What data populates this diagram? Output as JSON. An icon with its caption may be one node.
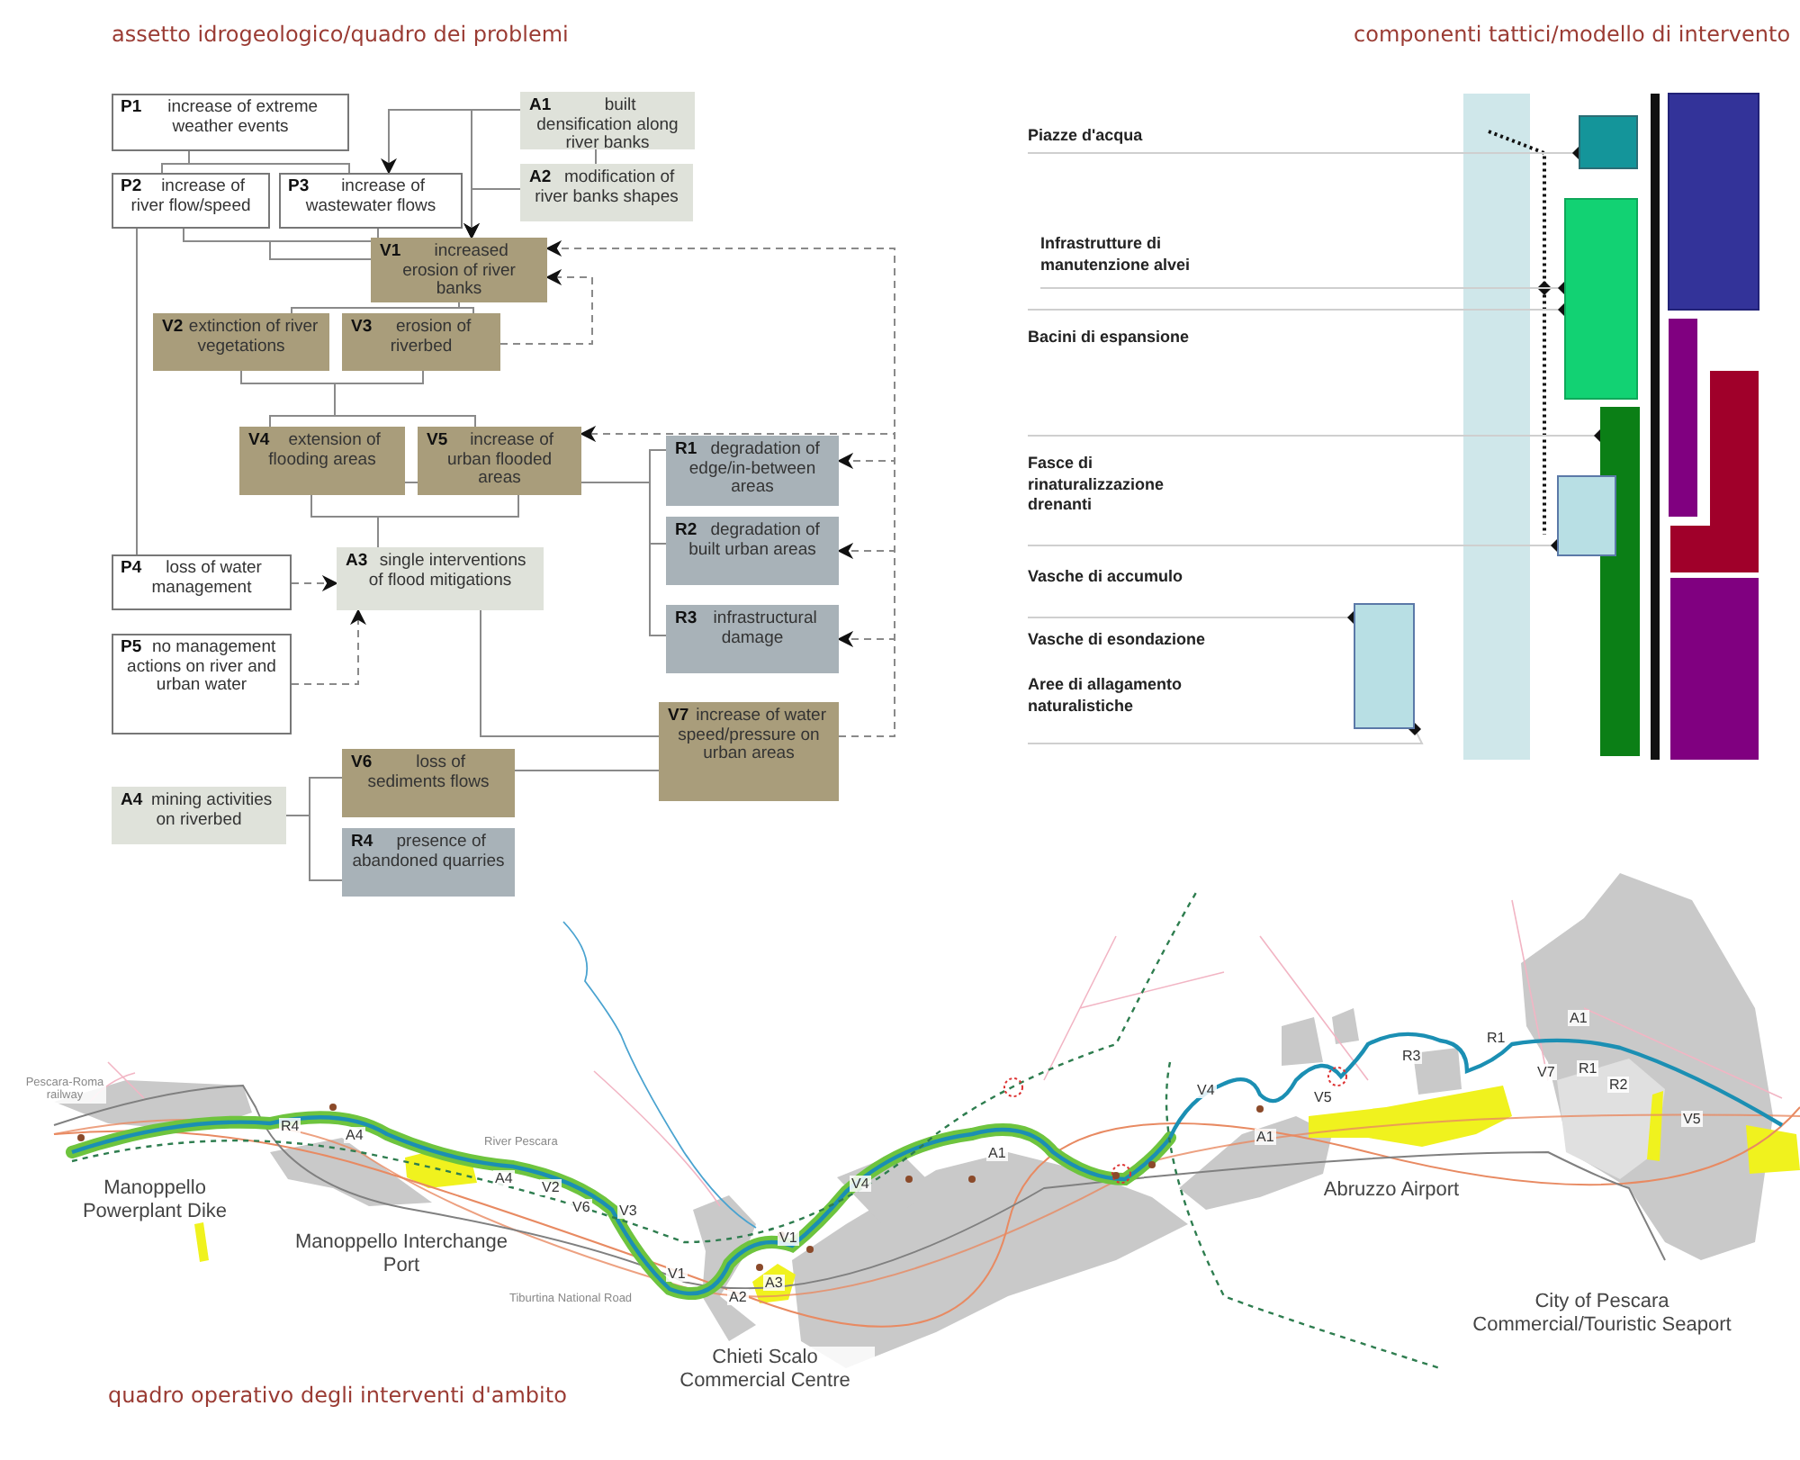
{
  "diagram": {
    "nodes": [
      {
        "text": [
          "P1",
          "increase of extreme weather events"
        ]
      },
      {
        "text": [
          "A1",
          "built densification along river banks"
        ]
      },
      {
        "text": [
          "P2",
          "increase of river flow/speed"
        ]
      },
      {
        "text": [
          "P3",
          "increase of wastewater flows"
        ]
      },
      {
        "text": [
          "A2",
          "modification of river banks shapes"
        ]
      },
      {
        "text": [
          "V1",
          "increased erosion of river banks"
        ]
      },
      {
        "text": [
          "V2",
          "extinction of river vegetations"
        ]
      },
      {
        "text": [
          "V3",
          "erosion of riverbed"
        ]
      },
      {
        "text": [
          "V4",
          "extension of flooding areas"
        ]
      },
      {
        "text": [
          "V5",
          "increase of urban flooded areas"
        ]
      },
      {
        "text": [
          "R1",
          "degradation of edge/in-between areas"
        ]
      },
      {
        "text": [
          "P4",
          "loss of water management"
        ]
      },
      {
        "text": [
          "A3",
          "single interventions of flood mitigations"
        ]
      },
      {
        "text": [
          "R2",
          "degradation of built urban areas"
        ]
      },
      {
        "text": [
          "P5",
          "no management actions on river and urban water"
        ]
      },
      {
        "text": [
          "R3",
          "infrastructural damage"
        ]
      },
      {
        "text": [
          "V7",
          "increase of water speed/pressure on urban areas"
        ]
      },
      {
        "text": [
          "A4",
          "mining activities on riverbed"
        ]
      },
      {
        "text": [
          "V6",
          "loss of sediments flows"
        ]
      },
      {
        "text": [
          "R4",
          "presence of abandoned quarries"
        ]
      },
      {
        "text": [
          "Piazze d'acqua"
        ]
      },
      {
        "text": [],
        "shape": "box"
      },
      {
        "text": [
          "Infrastrutture di manutenzione alvei"
        ]
      },
      {
        "text": [],
        "shape": "box"
      },
      {
        "text": [
          "Bacini di espansione"
        ]
      },
      {
        "text": [],
        "shape": "bar"
      },
      {
        "text": [
          "Fasce di rinaturalizzazione drenanti"
        ]
      },
      {
        "text": [],
        "shape": "box"
      },
      {
        "text": [
          "Vasche di accumulo"
        ]
      },
      {
        "text": [],
        "shape": "box"
      },
      {
        "text": [
          "Vasche di esondazione"
        ]
      },
      {
        "text": [
          "Aree di allagamento naturalistiche"
        ]
      }
    ],
    "edges": [
      {
        "from": 0,
        "to": 2,
        "arrow": "none"
      },
      {
        "from": 0,
        "to": 3,
        "arrow": "none"
      },
      {
        "from": 1,
        "to": 3,
        "arrow": "to"
      },
      {
        "from": 1,
        "to": 5,
        "arrow": "to"
      },
      {
        "from": 1,
        "to": 4,
        "arrow": "none"
      },
      {
        "from": 4,
        "to": 5,
        "arrow": "to"
      },
      {
        "from": 2,
        "to": 5,
        "arrow": "none"
      },
      {
        "from": 3,
        "to": 5,
        "arrow": "none"
      },
      {
        "from": 5,
        "to": 6,
        "arrow": "none"
      },
      {
        "from": 5,
        "to": 7,
        "arrow": "none"
      },
      {
        "from": 6,
        "to": 8,
        "arrow": "none"
      },
      {
        "from": 6,
        "to": 9,
        "arrow": "none"
      },
      {
        "from": 7,
        "to": 8,
        "arrow": "none"
      },
      {
        "from": 7,
        "to": 9,
        "arrow": "none"
      },
      {
        "from": 8,
        "to": 9,
        "arrow": "none"
      },
      {
        "from": 9,
        "to": 10,
        "arrow": "none"
      },
      {
        "from": 9,
        "to": 13,
        "arrow": "none"
      },
      {
        "from": 9,
        "to": 15,
        "arrow": "none"
      },
      {
        "from": 8,
        "to": 12,
        "arrow": "none"
      },
      {
        "from": 9,
        "to": 12,
        "arrow": "none"
      },
      {
        "from": 2,
        "to": 11,
        "arrow": "none"
      },
      {
        "from": 11,
        "to": 12,
        "arrow": "to",
        "style": "dashed"
      },
      {
        "from": 14,
        "to": 12,
        "arrow": "to",
        "style": "dashed"
      },
      {
        "from": 12,
        "to": 16,
        "arrow": "none"
      },
      {
        "from": 16,
        "to": 18,
        "arrow": "none"
      },
      {
        "from": 17,
        "to": 18,
        "arrow": "none"
      },
      {
        "from": 17,
        "to": 19,
        "arrow": "none"
      },
      {
        "from": 16,
        "to": 5,
        "arrow": "to",
        "style": "dashed"
      },
      {
        "from": 7,
        "to": 5,
        "arrow": "to",
        "style": "dashed"
      },
      {
        "from": 16,
        "to": 9,
        "arrow": "to",
        "style": "dashed"
      },
      {
        "from": 16,
        "to": 10,
        "arrow": "to",
        "style": "dashed"
      },
      {
        "from": 16,
        "to": 13,
        "arrow": "to",
        "style": "dashed"
      },
      {
        "from": 16,
        "to": 15,
        "arrow": "to",
        "style": "dashed"
      },
      {
        "from": 20,
        "to": 21,
        "arrow": "other"
      },
      {
        "from": 22,
        "to": 23,
        "arrow": "other"
      },
      {
        "from": 24,
        "to": 23,
        "arrow": "other"
      },
      {
        "from": 26,
        "to": 25,
        "arrow": "other"
      },
      {
        "from": 28,
        "to": 27,
        "arrow": "other"
      },
      {
        "from": 30,
        "to": 29,
        "arrow": "other"
      },
      {
        "from": 31,
        "to": 29,
        "arrow": "other"
      }
    ],
    "labels": [
      "assetto idrogeologico/quadro dei problemi",
      "componenti tattici/modello di intervento",
      "Pescara-Roma railway",
      "R4",
      "A4",
      "River Pescara",
      "A4",
      "Manoppello Powerplant Dike",
      "V2",
      "V6",
      "V3",
      "Manoppello Interchange Port",
      "V1",
      "V1",
      "A2",
      "A3",
      "Tiburtina National Road",
      "Chieti Scalo Commercial Centre",
      "V4",
      "A1",
      "V4",
      "A1",
      "V5",
      "R3",
      "R1",
      "A1",
      "V7",
      "R1",
      "R2",
      "V5",
      "Abruzzo Airport",
      "City of Pescara Commercial/Touristic Seaport",
      "quadro operativo degli interventi d'ambito"
    ]
  }
}
